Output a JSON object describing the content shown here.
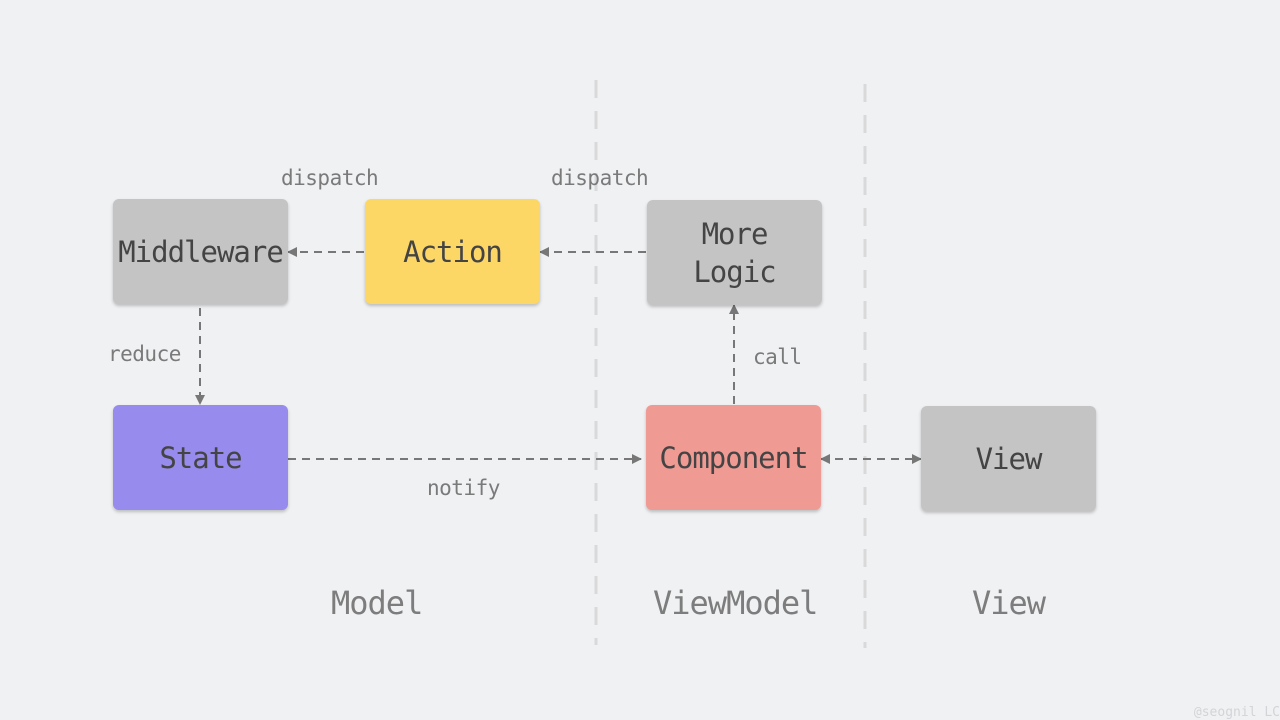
{
  "nodes": {
    "middleware": {
      "label": "Middleware",
      "color": "#c4c4c4"
    },
    "action": {
      "label": "Action",
      "color": "#fdd766"
    },
    "more_logic": {
      "label": "More\nLogic",
      "color": "#c4c4c4"
    },
    "state": {
      "label": "State",
      "color": "#978bed"
    },
    "component": {
      "label": "Component",
      "color": "#f09a94"
    },
    "view": {
      "label": "View",
      "color": "#c4c4c4"
    }
  },
  "edges": {
    "dispatch_left": "dispatch",
    "dispatch_right": "dispatch",
    "reduce": "reduce",
    "call": "call",
    "notify": "notify"
  },
  "sections": {
    "model": "Model",
    "viewmodel": "ViewModel",
    "view": "View"
  },
  "watermark": "@seognil LC",
  "colors": {
    "background": "#f0f1f3",
    "arrow": "#777777",
    "divider": "#d9d9d9"
  }
}
